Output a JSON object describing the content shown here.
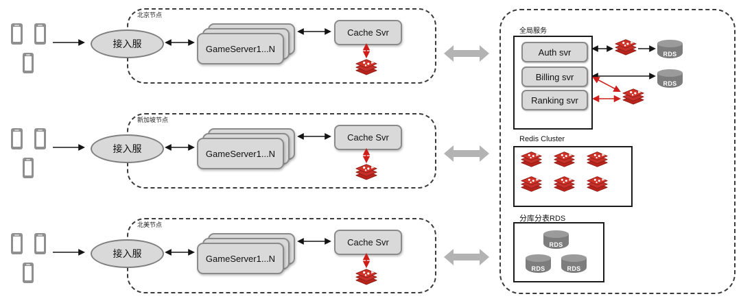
{
  "diagram_title": "multi-region game server architecture",
  "nodes": [
    {
      "label": "北京节点",
      "access_server": "接入服",
      "game_servers": "GameServer1...N",
      "cache_server": "Cache Svr"
    },
    {
      "label": "新加坡节点",
      "access_server": "接入服",
      "game_servers": "GameServer1...N",
      "cache_server": "Cache Svr"
    },
    {
      "label": "北美节点",
      "access_server": "接入服",
      "game_servers": "GameServer1...N",
      "cache_server": "Cache Svr"
    }
  ],
  "global_services": {
    "title": "全局服务",
    "services": [
      "Auth svr",
      "Billing svr",
      "Ranking svr"
    ],
    "rds": [
      "RDS",
      "RDS"
    ]
  },
  "redis_cluster": {
    "title": "Redis Cluster",
    "redis_icon_count": 6
  },
  "sharded_rds": {
    "title": "分库分表RDS",
    "rds": [
      "RDS",
      "RDS",
      "RDS"
    ]
  },
  "icons": {
    "phone": "smartphone-icon",
    "redis": "redis-database-icon",
    "rds": "rds-cylinder-icon",
    "block_arrow": "gray-sync-arrow-icon"
  },
  "colors": {
    "redis_red": "#c6302b",
    "arrow_red": "#cf1d1a",
    "box_fill": "#d9d9d9",
    "box_border": "#8a8a8a",
    "block_arrow_gray": "#b3b3b3",
    "rds_gray": "#7d7d7d",
    "dashed_border": "#3a3a3a"
  }
}
